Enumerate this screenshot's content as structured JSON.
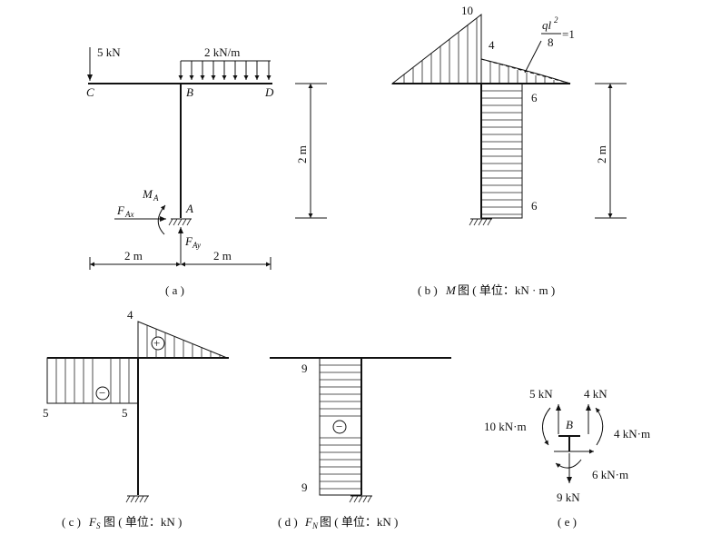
{
  "panel_a": {
    "load_point": "5 kN",
    "load_dist": "2 kN/m",
    "node_c": "C",
    "node_b": "B",
    "node_d": "D",
    "node_a": "A",
    "moment_ma": "M",
    "moment_ma_sub": "A",
    "force_fax": "F",
    "force_fax_sub": "Ax",
    "force_fay": "F",
    "force_fay_sub": "Ay",
    "dim_height": "2 m",
    "dim_left": "2 m",
    "dim_right": "2 m",
    "caption": "( a )"
  },
  "panel_b": {
    "val_top_left": "10",
    "val_top_right": "4",
    "formula_num": "ql",
    "formula_num_exp": "2",
    "formula_den": "8",
    "formula_eq": "=1",
    "val_col_top": "6",
    "val_col_bottom": "6",
    "dim_height": "2 m",
    "caption_prefix": "( b )",
    "caption_sym": "M",
    "caption_suffix": "图 ( 单位：kN · m )"
  },
  "panel_c": {
    "val_top": "4",
    "val_left": "5",
    "val_mid": "5",
    "sign_pos": "+",
    "sign_neg": "−",
    "caption_prefix": "( c )",
    "caption_sym": "F",
    "caption_sub": "S",
    "caption_suffix": "图 ( 单位：kN )"
  },
  "panel_d": {
    "val_top": "9",
    "val_bottom": "9",
    "sign_neg": "−",
    "caption_prefix": "( d )",
    "caption_sym": "F",
    "caption_sub": "N",
    "caption_suffix": "图 ( 单位：kN )"
  },
  "panel_e": {
    "force_left": "5 kN",
    "force_right": "4 kN",
    "moment_left": "10 kN·m",
    "moment_right": "4 kN·m",
    "moment_bottom": "6 kN·m",
    "force_bottom": "9 kN",
    "node": "B",
    "caption": "( e )"
  }
}
